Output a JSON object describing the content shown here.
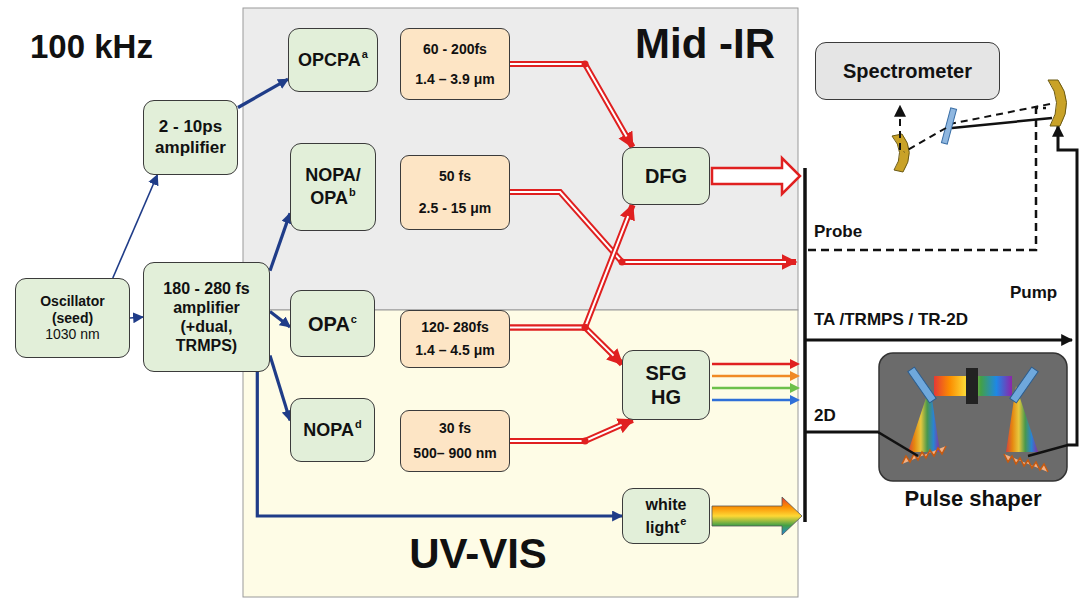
{
  "diagram": {
    "nodes": [
      {
        "text": [
          "Mid -IR"
        ]
      },
      {
        "text": [
          "UV-VIS"
        ]
      },
      {
        "text": [
          "Oscillator (seed)",
          "1030 nm"
        ]
      },
      {
        "text": [
          "2 - 10ps amplifier"
        ]
      },
      {
        "text": [
          "180 - 280 fs amplifier (+dual, TRMPS)"
        ]
      },
      {
        "text": [
          "OPCPA",
          "a"
        ],
        "in": 0
      },
      {
        "text": [
          "60 - 200fs",
          "1.4 – 3.9 μm"
        ],
        "in": 0
      },
      {
        "text": [
          "NOPA/ OPA",
          "b"
        ],
        "in": 0
      },
      {
        "text": [
          "50 fs",
          "2.5 - 15 μm"
        ],
        "in": 0
      },
      {
        "text": [
          "DFG"
        ],
        "in": 0
      },
      {
        "text": [
          "OPA",
          "c"
        ],
        "in": 1
      },
      {
        "text": [
          "120- 280fs",
          "1.4 – 4.5 μm"
        ],
        "in": 1
      },
      {
        "text": [
          "NOPA",
          "d"
        ],
        "in": 1
      },
      {
        "text": [
          "30 fs",
          "500– 900 nm"
        ],
        "in": 1
      },
      {
        "text": [
          "SFG HG"
        ],
        "in": 1
      },
      {
        "text": [
          "white light",
          "e"
        ],
        "in": 1
      },
      {
        "text": [
          "Spectrometer"
        ]
      },
      {
        "text": [
          "Pulse shaper"
        ]
      }
    ],
    "edges": [
      {
        "from": 2,
        "to": 3,
        "arrow": "to"
      },
      {
        "from": 2,
        "to": 4,
        "arrow": "to"
      },
      {
        "from": 3,
        "to": 5,
        "arrow": "to"
      },
      {
        "from": 4,
        "to": 7,
        "arrow": "to"
      },
      {
        "from": 4,
        "to": 10,
        "arrow": "to"
      },
      {
        "from": 4,
        "to": 12,
        "arrow": "to"
      },
      {
        "from": 4,
        "to": 15,
        "arrow": "to"
      },
      {
        "from": 6,
        "to": 9,
        "arrow": "to"
      },
      {
        "from": 11,
        "to": 9,
        "arrow": "to"
      },
      {
        "from": 11,
        "to": 14,
        "arrow": "to"
      },
      {
        "from": 13,
        "to": 14,
        "arrow": "to"
      }
    ],
    "labels": [
      "100 kHz",
      "Probe",
      "Pump",
      "TA /TRMPS / TR-2D",
      "2D"
    ]
  }
}
